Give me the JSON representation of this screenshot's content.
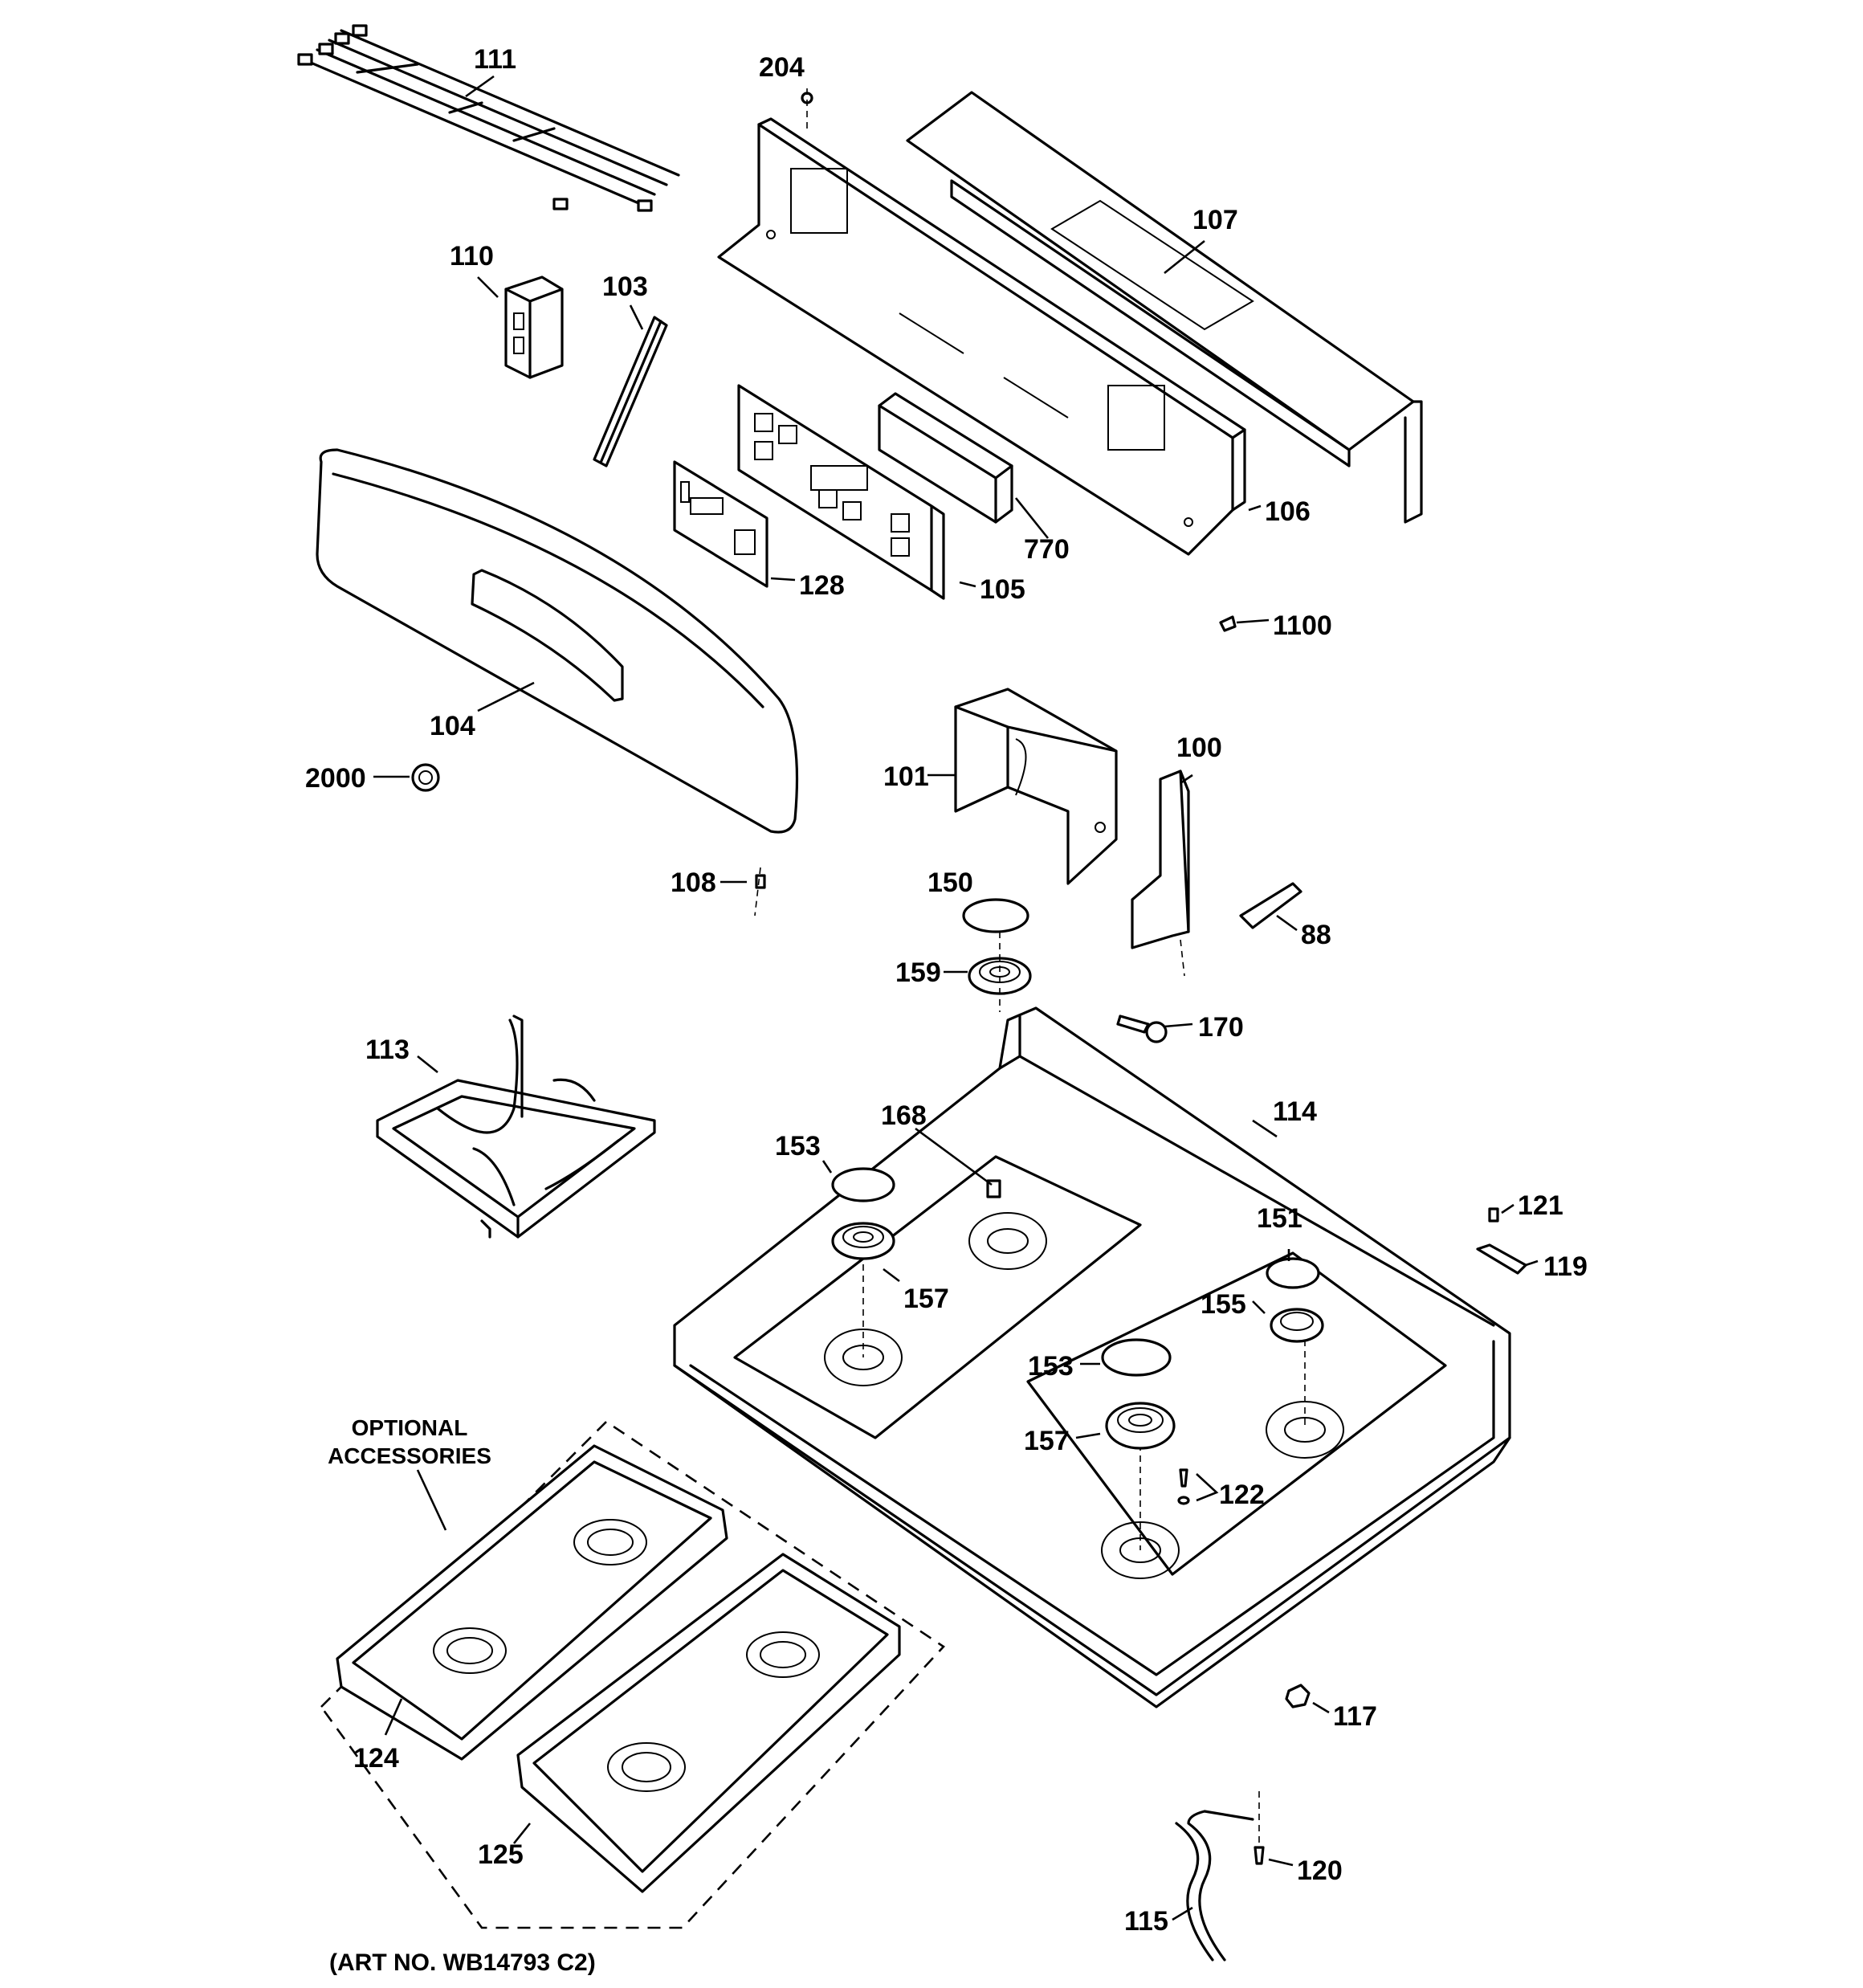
{
  "diagram": {
    "group_label_line1": "OPTIONAL",
    "group_label_line2": "ACCESSORIES",
    "art_no": "(ART NO. WB14793 C2)",
    "callouts": [
      {
        "id": "111",
        "label": "111"
      },
      {
        "id": "204",
        "label": "204"
      },
      {
        "id": "107",
        "label": "107"
      },
      {
        "id": "110",
        "label": "110"
      },
      {
        "id": "103",
        "label": "103"
      },
      {
        "id": "106",
        "label": "106"
      },
      {
        "id": "770",
        "label": "770"
      },
      {
        "id": "128",
        "label": "128"
      },
      {
        "id": "105",
        "label": "105"
      },
      {
        "id": "1100",
        "label": "1100"
      },
      {
        "id": "104",
        "label": "104"
      },
      {
        "id": "2000",
        "label": "2000"
      },
      {
        "id": "101",
        "label": "101"
      },
      {
        "id": "100",
        "label": "100"
      },
      {
        "id": "108",
        "label": "108"
      },
      {
        "id": "150",
        "label": "150"
      },
      {
        "id": "88",
        "label": "88"
      },
      {
        "id": "159",
        "label": "159"
      },
      {
        "id": "170",
        "label": "170"
      },
      {
        "id": "113",
        "label": "113"
      },
      {
        "id": "168",
        "label": "168"
      },
      {
        "id": "114",
        "label": "114"
      },
      {
        "id": "153a",
        "label": "153"
      },
      {
        "id": "121",
        "label": "121"
      },
      {
        "id": "151",
        "label": "151"
      },
      {
        "id": "119",
        "label": "119"
      },
      {
        "id": "157a",
        "label": "157"
      },
      {
        "id": "155",
        "label": "155"
      },
      {
        "id": "153b",
        "label": "153"
      },
      {
        "id": "157b",
        "label": "157"
      },
      {
        "id": "122",
        "label": "122"
      },
      {
        "id": "124",
        "label": "124"
      },
      {
        "id": "117",
        "label": "117"
      },
      {
        "id": "125",
        "label": "125"
      },
      {
        "id": "120",
        "label": "120"
      },
      {
        "id": "115",
        "label": "115"
      }
    ]
  }
}
